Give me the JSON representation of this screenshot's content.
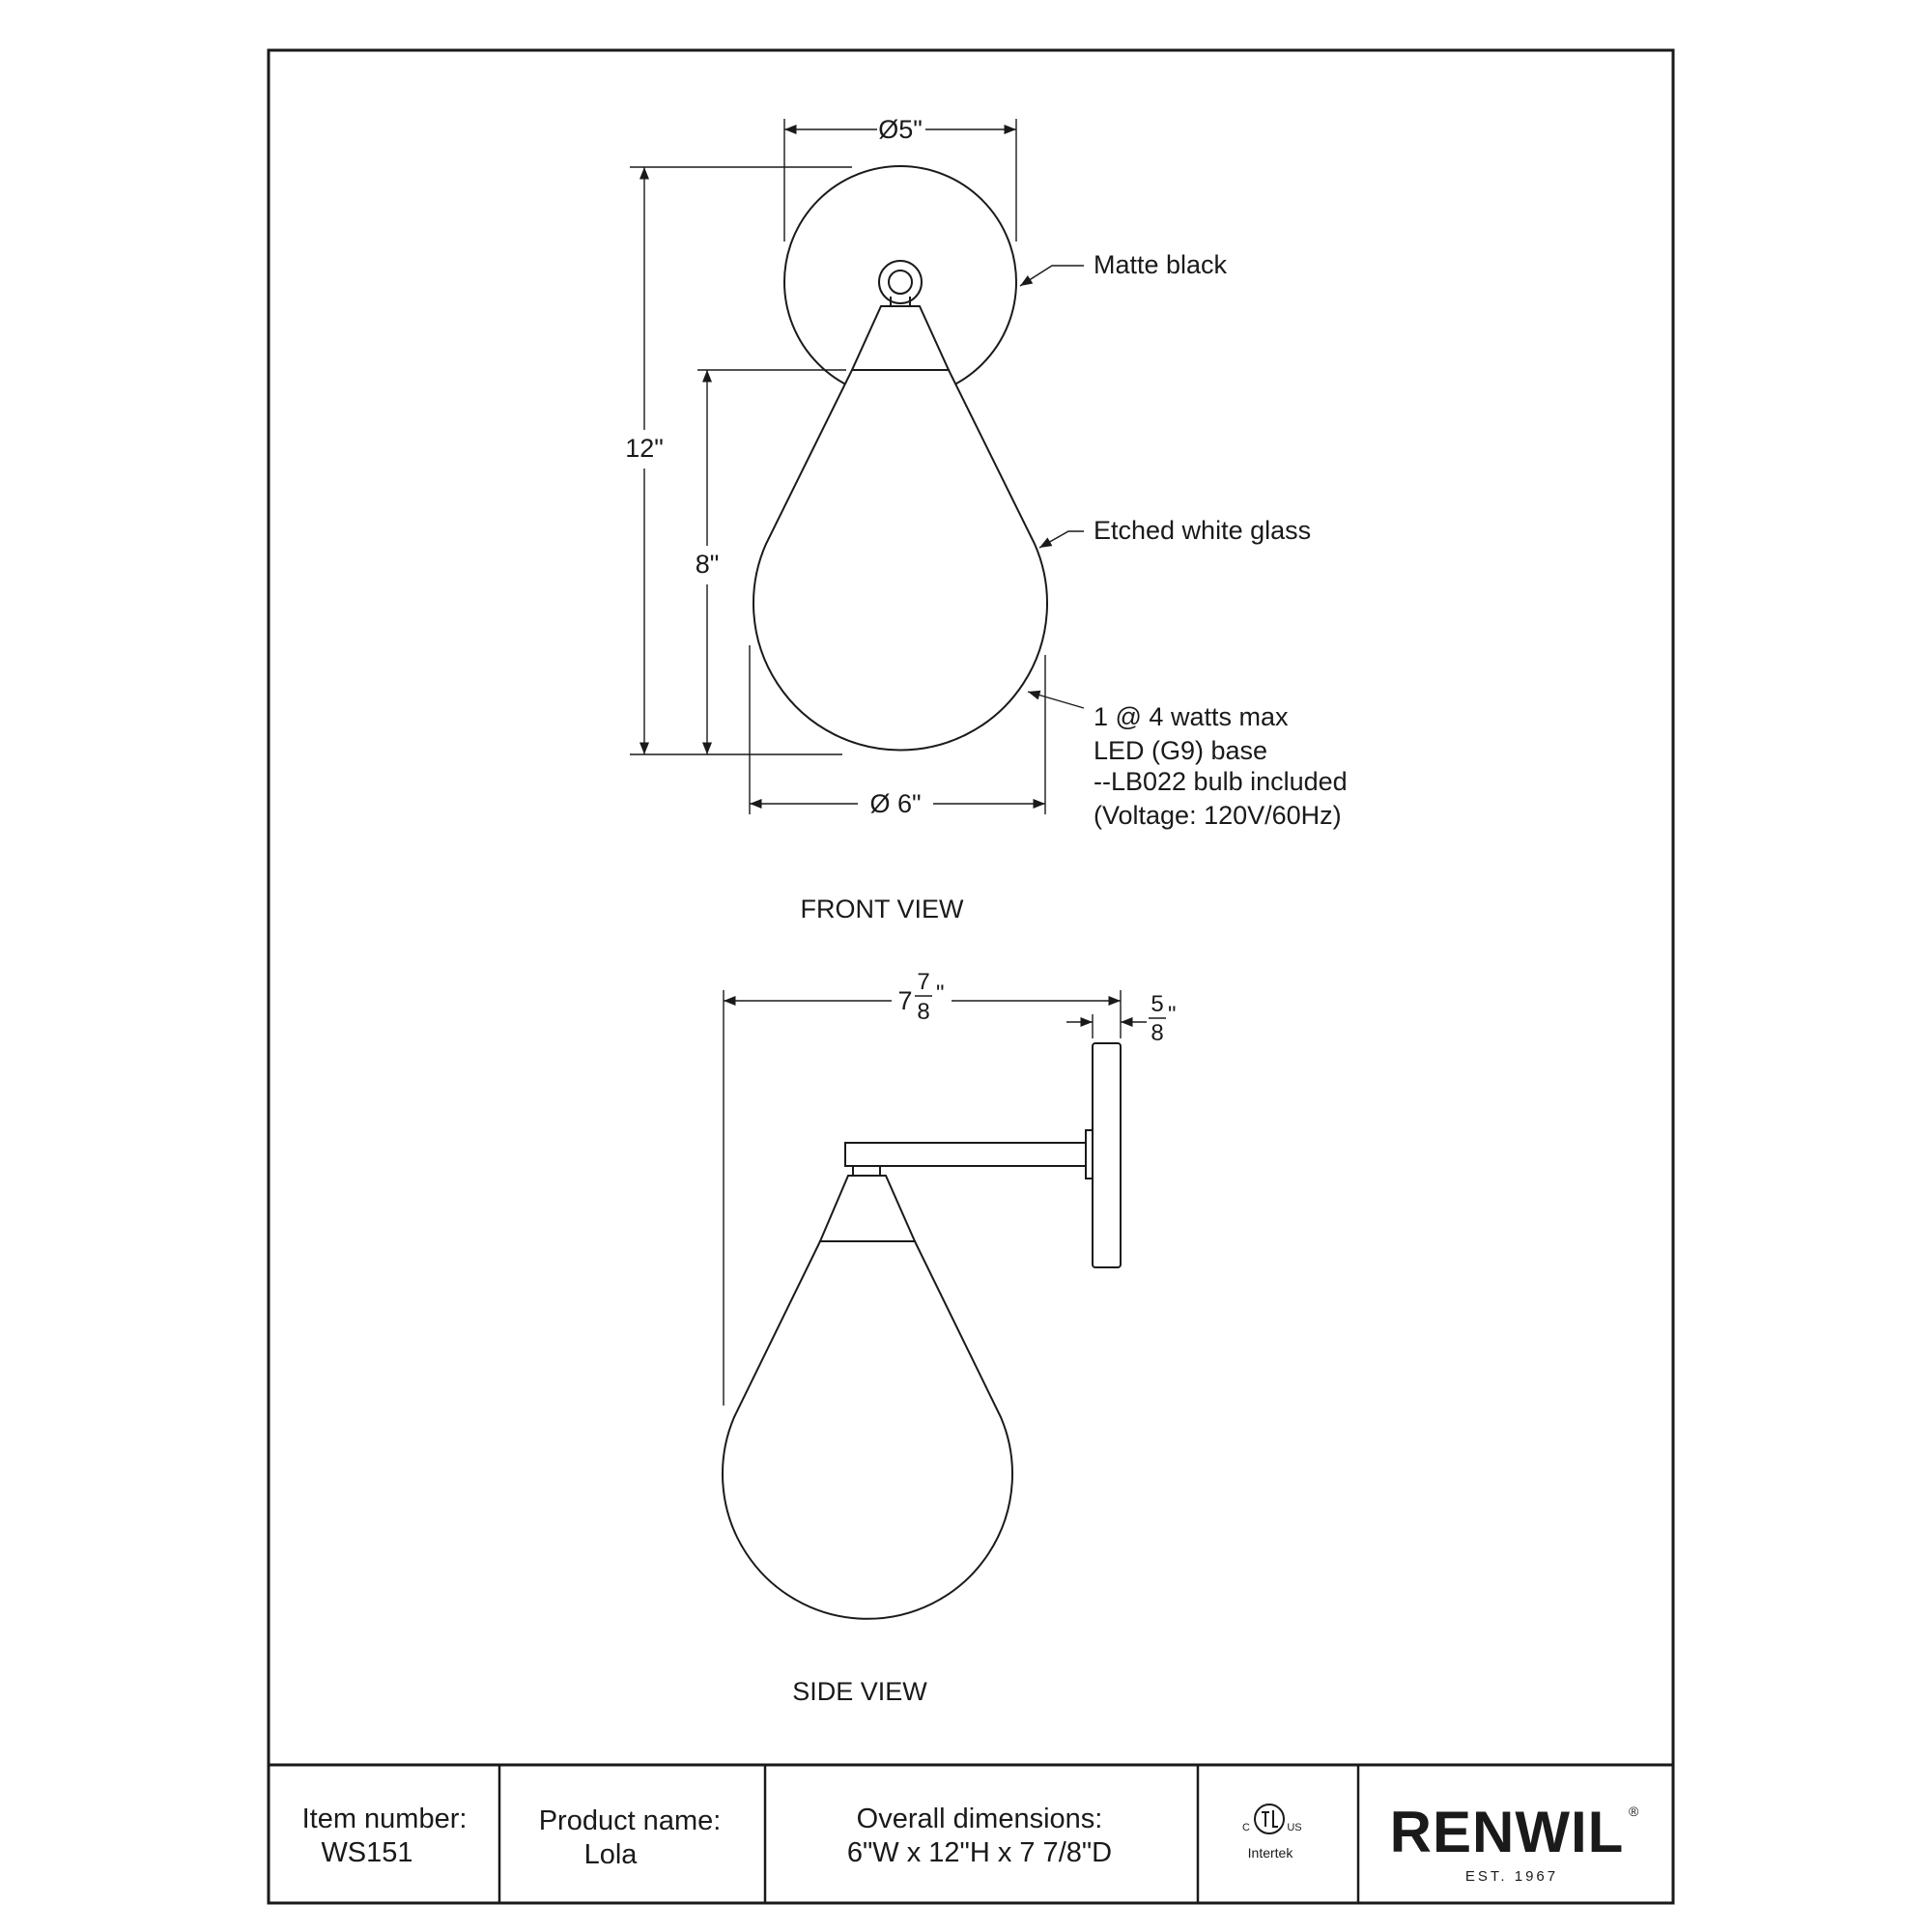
{
  "front_view": {
    "label": "FRONT VIEW",
    "dim_canopy_diameter": "Ø5\"",
    "dim_overall_height": "12\"",
    "dim_glass_height": "8\"",
    "dim_glass_diameter": "Ø 6\"",
    "note_finish": "Matte black",
    "note_glass": "Etched white glass",
    "note_bulb": [
      "1 @ 4 watts max",
      "LED (G9) base",
      "--LB022 bulb included",
      "(Voltage: 120V/60Hz)"
    ]
  },
  "side_view": {
    "label": "SIDE VIEW",
    "dim_depth_whole": "7",
    "dim_depth_num": "7",
    "dim_depth_den": "8",
    "dim_depth_unit": "\"",
    "dim_canopy_num": "5",
    "dim_canopy_den": "8",
    "dim_canopy_unit": "\""
  },
  "title_block": {
    "item_number_label": "Item number:",
    "item_number_value": "WS151",
    "product_name_label": "Product name:",
    "product_name_value": "Lola",
    "dimensions_label": "Overall dimensions:",
    "dimensions_value": "6\"W x 12\"H x 7 7/8\"D",
    "cert_mark": "Intertek",
    "cert_c": "C",
    "cert_us": "US",
    "brand": "RENWIL",
    "brand_reg": "®",
    "brand_est": "EST. 1967"
  }
}
